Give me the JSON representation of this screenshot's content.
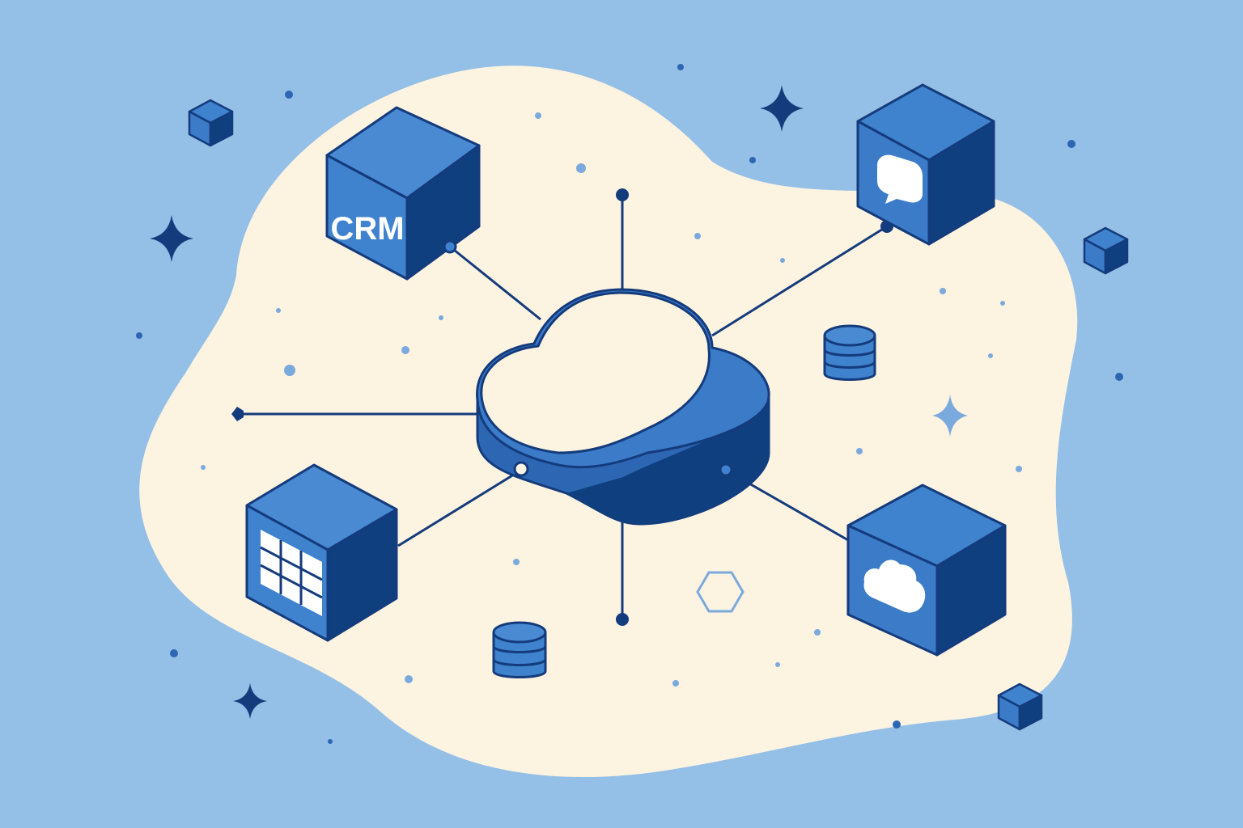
{
  "colors": {
    "background": "#94bfe6",
    "blob": "#fdf3e1",
    "outline": "#143b7c",
    "face_top": "#3f82cd",
    "face_front": "#3b7bc8",
    "face_side": "#0f3f7f",
    "light_blue": "#7aa9dd",
    "white": "#ffffff"
  },
  "hub": {
    "icon": "cloud-hub-icon"
  },
  "nodes": [
    {
      "id": "crm",
      "label": "CRM",
      "icon": "crm-cube"
    },
    {
      "id": "chat",
      "label": "",
      "icon": "chat-bubble-icon"
    },
    {
      "id": "spreadsheet",
      "label": "",
      "icon": "spreadsheet-grid-icon"
    },
    {
      "id": "cloud-storage",
      "label": "",
      "icon": "cloud-icon"
    }
  ],
  "decorations": [
    "small-cube-icon",
    "sparkle-icon",
    "database-icon",
    "hexagon-icon"
  ]
}
